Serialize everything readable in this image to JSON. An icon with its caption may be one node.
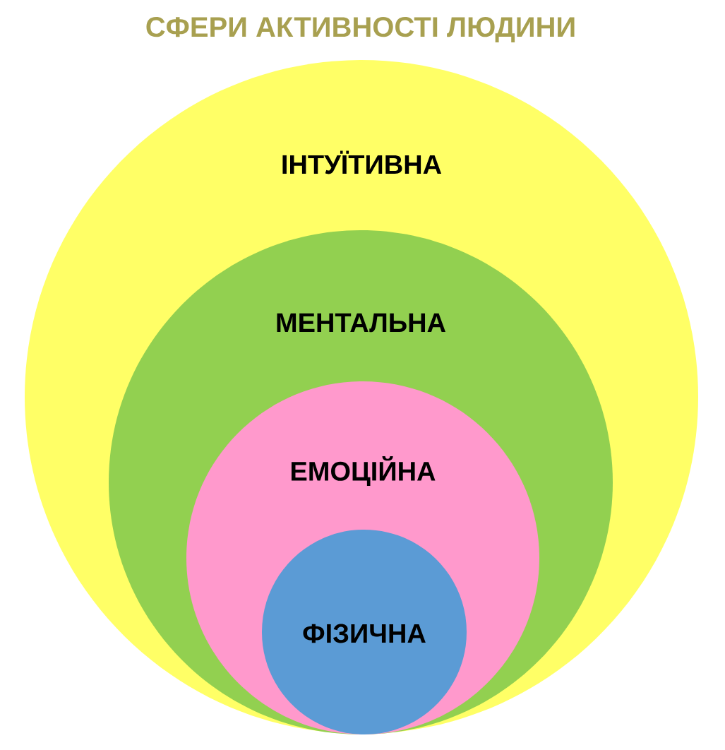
{
  "diagram": {
    "title": "СФЕРИ АКТИВНОСТІ ЛЮДИНИ",
    "nodes": [
      {
        "text": [
          "ІНТУЇТИВНА"
        ]
      },
      {
        "text": [
          "МЕНТАЛЬНА"
        ],
        "in": 0
      },
      {
        "text": [
          "ЕМОЦІЙНА"
        ],
        "in": 1
      },
      {
        "text": [
          "ФІЗИЧНА"
        ],
        "in": 2
      }
    ],
    "edges": []
  }
}
